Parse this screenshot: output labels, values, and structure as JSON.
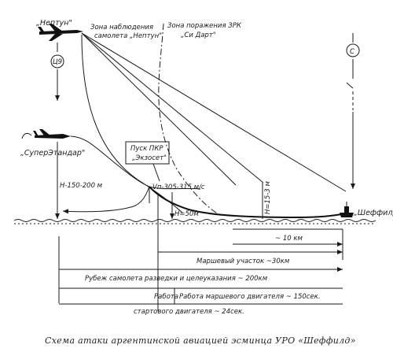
{
  "labels": {
    "neptune": "„Нептун\"",
    "zone_obs_1": "Зона наблюдения",
    "zone_obs_2": "самолета „Нептун\"",
    "zone_zrk_1": "Зона поражения ЗРК",
    "zone_zrk_2": "„Си Дарт\"",
    "super_etendard": "„СуперЭтандар\"",
    "launch_1": "Пуск ПКР",
    "launch_2": "„Экзосет\"",
    "altitude_150_200": "Н-150-200 м",
    "speed": "Vп-305-315 м/с",
    "altitude_50": "Н=50м",
    "altitude_15": "Н=15-3 м",
    "sheffield": "„Шеффилд\"",
    "marker_left": "Ц9",
    "marker_right": "С",
    "dist_10km": "~ 10 км",
    "marsh_section": "Маршевый участок ~30км",
    "recon_line": "Рубеж самолета разведки и целеуказания ~ 200км",
    "work_short": "Работа",
    "work_marsh": "Работа маршевого двигателя ~ 150сек.",
    "start_engine": "стартового двигателя ~ 24сек."
  },
  "caption": "Схема атаки аргентинской авиацией эсминца УРО «Шеффилд»"
}
